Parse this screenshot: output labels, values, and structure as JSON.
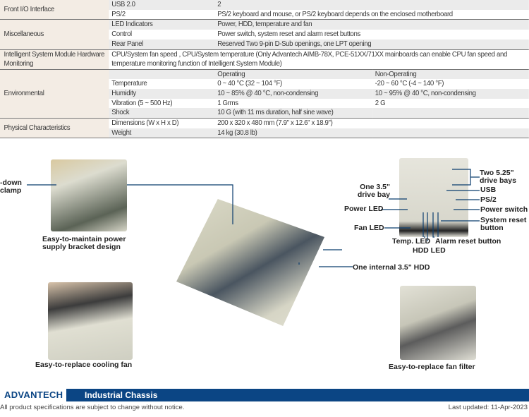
{
  "spec_table": {
    "front_io": {
      "category": "Front I/O Interface",
      "rows": [
        {
          "name": "USB 2.0",
          "value": "2"
        },
        {
          "name": "PS/2",
          "value": "PS/2 keyboard and mouse, or PS/2 keyboard depends on the enclosed motherboard"
        }
      ]
    },
    "misc": {
      "category": "Miscellaneous",
      "rows": [
        {
          "name": "LED Indicators",
          "value": "Power, HDD, temperature and fan"
        },
        {
          "name": "Control",
          "value": "Power switch, system reset and alarm reset buttons"
        },
        {
          "name": "Rear Panel",
          "value": "Reserved Two 9-pin D-Sub openings, one LPT opening"
        }
      ]
    },
    "ism": {
      "category": "Intelligent System Module Hardware Monitoring",
      "value": "CPU/System fan speed , CPU/System temperature (Only Advantech AIMB-78X, PCE-51XX/71XX mainboards can enable CPU fan speed and temperature monitoring function of Intelligent System Module)"
    },
    "env": {
      "category": "Environmental",
      "header_operating": "Operating",
      "header_non_operating": "Non-Operating",
      "rows": [
        {
          "name": "Temperature",
          "operating": "0 ~ 40 °C (32 ~ 104 °F)",
          "non_operating": "-20 ~ 60 °C (-4 ~ 140 °F)"
        },
        {
          "name": "Humidity",
          "operating": "10 ~ 85% @ 40 °C, non-condensing",
          "non_operating": "10 ~ 95% @ 40 °C, non-condensing"
        },
        {
          "name": "Vibration (5 ~ 500 Hz)",
          "operating": "1 Grms",
          "non_operating": "2 G"
        },
        {
          "name": "Shock",
          "operating": "10 G (with 11 ms duration, half sine wave)",
          "non_operating": ""
        }
      ]
    },
    "phys": {
      "category": "Physical Characteristics",
      "rows": [
        {
          "name": "Dimensions (W x H x D)",
          "value": "200 x 320 x 480 mm (7.9\" x 12.6\" x 18.9\")"
        },
        {
          "name": "Weight",
          "value": "14 kg (30.8 lb)"
        }
      ]
    }
  },
  "figure": {
    "clamp_label": "-down\nclamp",
    "psu_caption": "Easy-to-maintain power supply bracket design",
    "fan_caption": "Easy-to-replace cooling fan",
    "filter_caption": "Easy-to-replace fan filter",
    "hdd_label": "One internal 3.5\" HDD",
    "front_labels": {
      "two_525": "Two 5.25\" drive bays",
      "one_35": "One 3.5\" drive bay",
      "usb": "USB",
      "ps2": "PS/2",
      "power_led": "Power LED",
      "power_switch": "Power switch",
      "fan_led": "Fan LED",
      "system_reset": "System reset button",
      "temp_led": "Temp. LED",
      "alarm_reset": "Alarm reset button",
      "hdd_led": "HDD LED"
    },
    "line_color": "#0b3d6e"
  },
  "footer": {
    "logo": "ADVANTECH",
    "title": "Industrial Chassis",
    "disclaimer": "All product specifications are subject to change without notice.",
    "last_updated": "Last updated: 11-Apr-2023",
    "brand_color": "#0b4584"
  }
}
